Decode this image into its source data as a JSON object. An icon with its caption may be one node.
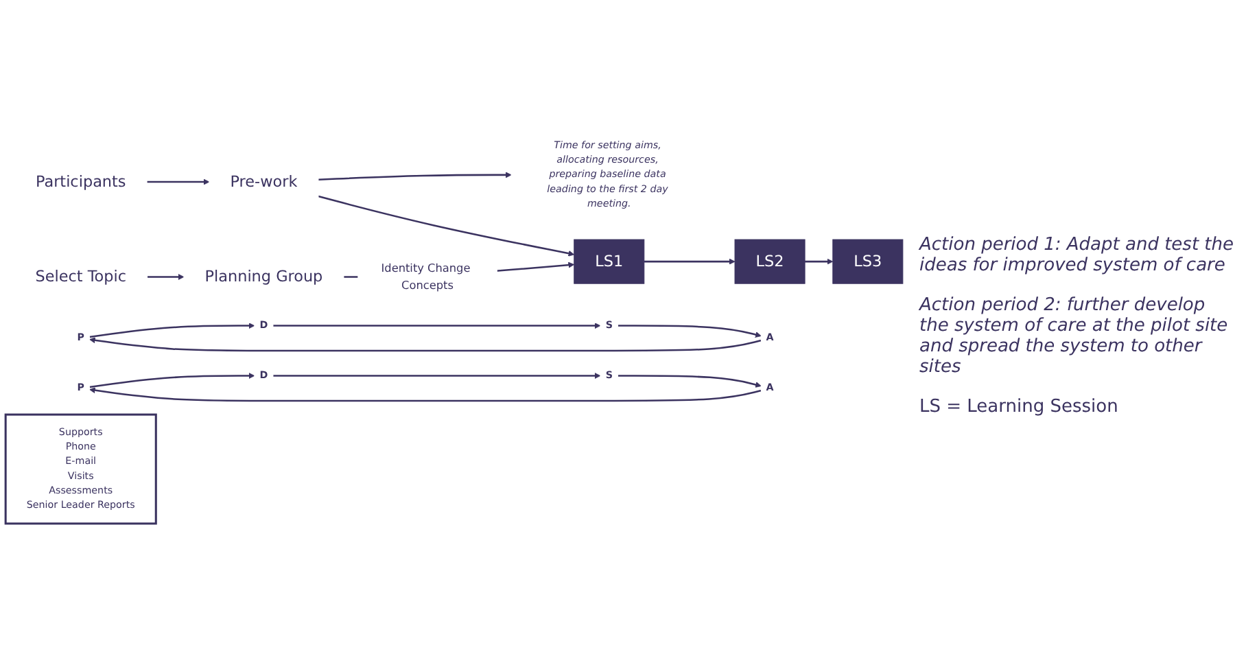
{
  "diagram": {
    "nodes": [
      {
        "text": [
          "Participants"
        ]
      },
      {
        "text": [
          "Select Topic"
        ]
      },
      {
        "text": [
          "Pre-work"
        ]
      },
      {
        "text": [
          "Planning Group"
        ]
      },
      {
        "text": [
          "LS1"
        ]
      },
      {
        "text": [
          "LS2"
        ]
      },
      {
        "text": [
          "LS3"
        ]
      },
      {
        "text": [
          "Time for setting aims, allocating resources, preparing baseline data leading to the first 2 day meeting."
        ]
      },
      {
        "text": [
          "P"
        ]
      },
      {
        "text": [
          "D"
        ]
      },
      {
        "text": [
          "S"
        ]
      },
      {
        "text": [
          "A"
        ]
      },
      {
        "text": [
          "P"
        ]
      },
      {
        "text": [
          "D"
        ]
      },
      {
        "text": [
          "S"
        ]
      },
      {
        "text": [
          "A"
        ]
      },
      {
        "text": [
          "Supports",
          "Phone",
          "E-mail",
          "Visits",
          "Assessments",
          "Senior Leader Reports"
        ]
      }
    ],
    "edges": [
      {
        "from": 0,
        "to": 2,
        "arrow": "to"
      },
      {
        "from": 1,
        "to": 3,
        "arrow": "to"
      },
      {
        "from": 2,
        "to": 7,
        "arrow": "to"
      },
      {
        "from": 2,
        "to": 4,
        "arrow": "to"
      },
      {
        "from": 3,
        "to": 4,
        "arrow": "to",
        "label": "Identity Change Concepts"
      },
      {
        "from": 4,
        "to": 5,
        "arrow": "to"
      },
      {
        "from": 5,
        "to": 6,
        "arrow": "to"
      },
      {
        "from": 8,
        "to": 9,
        "arrow": "to"
      },
      {
        "from": 9,
        "to": 10,
        "arrow": "to"
      },
      {
        "from": 10,
        "to": 11,
        "arrow": "to"
      },
      {
        "from": 11,
        "to": 8,
        "arrow": "to"
      },
      {
        "from": 12,
        "to": 13,
        "arrow": "to"
      },
      {
        "from": 13,
        "to": 14,
        "arrow": "to"
      },
      {
        "from": 14,
        "to": 15,
        "arrow": "to"
      },
      {
        "from": 15,
        "to": 12,
        "arrow": "to"
      }
    ],
    "labels": [
      "Action period 1: Adapt and test the ideas for improved system of care",
      "Action period 2: further develop the system of care at the pilot site and spread the system to other sites",
      "LS = Learning Session"
    ]
  }
}
